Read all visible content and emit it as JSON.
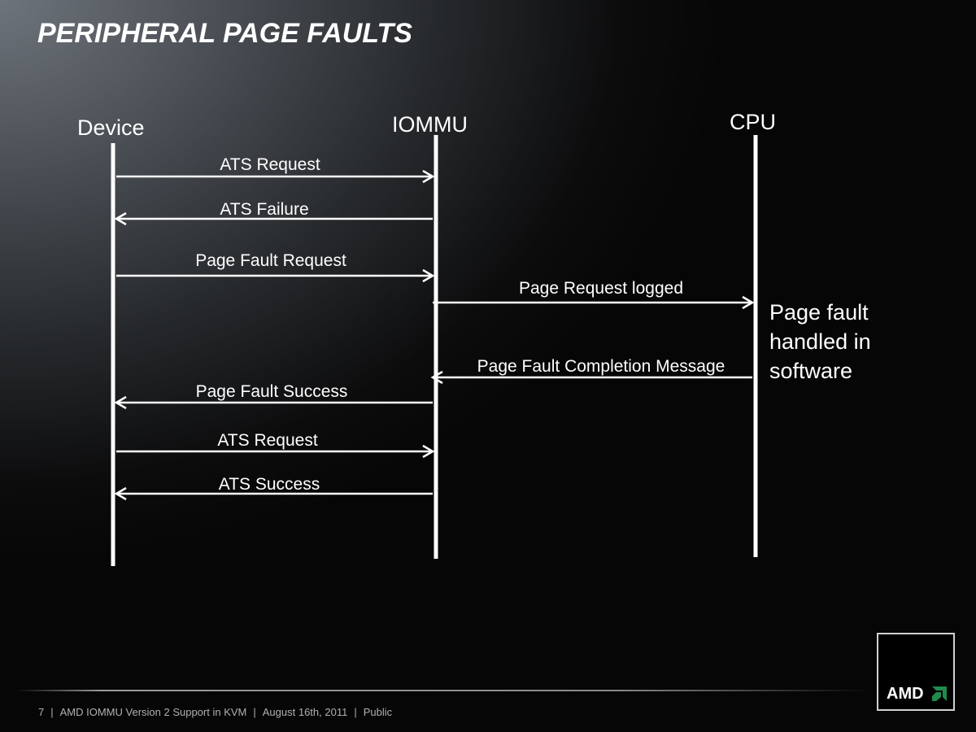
{
  "slide": {
    "title": "PERIPHERAL PAGE FAULTS"
  },
  "actors": [
    {
      "name": "Device"
    },
    {
      "name": "IOMMU"
    },
    {
      "name": "CPU"
    }
  ],
  "messages": [
    {
      "label": "ATS Request",
      "from": "Device",
      "to": "IOMMU"
    },
    {
      "label": "ATS Failure",
      "from": "IOMMU",
      "to": "Device"
    },
    {
      "label": "Page Fault Request",
      "from": "Device",
      "to": "IOMMU"
    },
    {
      "label": "Page Request logged",
      "from": "IOMMU",
      "to": "CPU"
    },
    {
      "label": "Page Fault Completion Message",
      "from": "CPU",
      "to": "IOMMU"
    },
    {
      "label": "Page Fault Success",
      "from": "IOMMU",
      "to": "Device"
    },
    {
      "label": "ATS Request",
      "from": "Device",
      "to": "IOMMU"
    },
    {
      "label": "ATS Success",
      "from": "IOMMU",
      "to": "Device"
    }
  ],
  "note": {
    "text": "Page fault handled in software"
  },
  "footer": {
    "page_number": "7",
    "presentation": "AMD IOMMU Version 2 Support  in KVM",
    "date": "August 16th, 2011",
    "classification": "Public",
    "separator": "|"
  },
  "logo": {
    "text": "AMD",
    "accent_color": "#1f8a4c"
  },
  "colors": {
    "foreground": "#ffffff",
    "footer_text": "#b0b0b0"
  }
}
